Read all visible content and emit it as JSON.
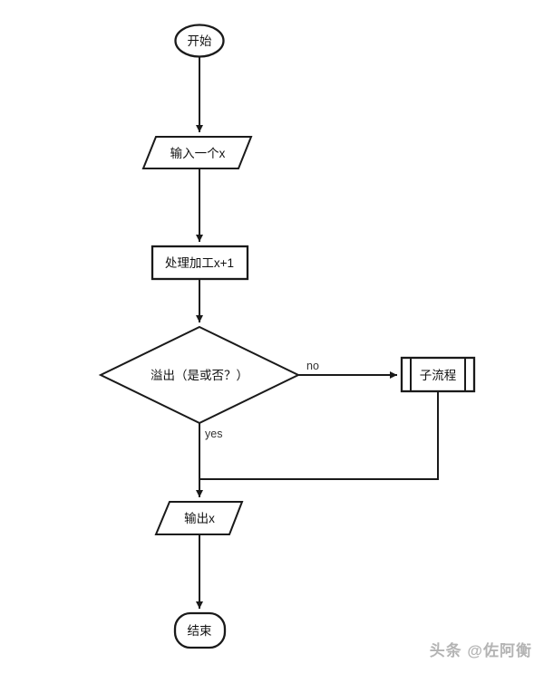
{
  "canvas": {
    "background": "#ffffff",
    "stroke_color": "#1a1a1a",
    "watermark_color": "#b4b4b4"
  },
  "flowchart": {
    "start": {
      "type": "terminator",
      "label": "开始"
    },
    "input": {
      "type": "io-parallelogram",
      "label": "输入一个x"
    },
    "process": {
      "type": "process",
      "label": "处理加工x+1"
    },
    "decision": {
      "type": "decision",
      "label": "溢出（是或否？）"
    },
    "subprocess": {
      "type": "predefined-process",
      "label": "子流程"
    },
    "output": {
      "type": "io-parallelogram",
      "label": "输出x"
    },
    "end": {
      "type": "terminator",
      "label": "结束"
    },
    "branches": {
      "no_label": "no",
      "yes_label": "yes"
    }
  },
  "watermark": {
    "text": "头条 @佐阿衡"
  }
}
